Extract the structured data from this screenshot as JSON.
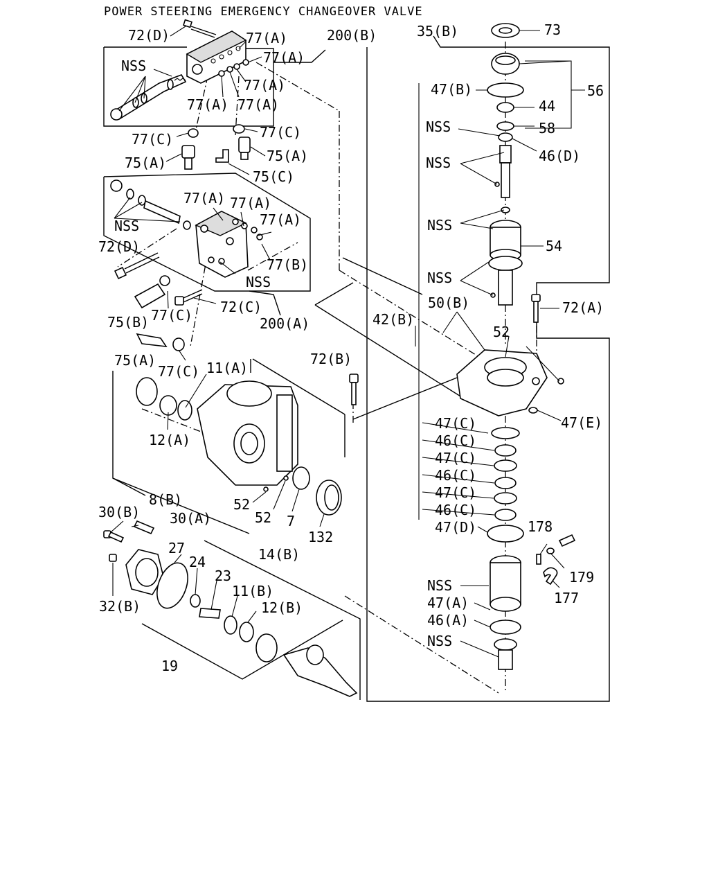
{
  "title": "POWER STEERING EMERGENCY CHANGEOVER VALVE",
  "callouts": {
    "l72d_top": "72(D)",
    "l77a_1": "77(A)",
    "l77a_2": "77(A)",
    "l200b": "200(B)",
    "l35b": "35(B)",
    "l73": "73",
    "nss_top": "NSS",
    "l77a_3": "77(A)",
    "l77a_4": "77(A)",
    "l77a_5": "77(A)",
    "l47b": "47(B)",
    "l56": "56",
    "l44": "44",
    "l58": "58",
    "nss_r1": "NSS",
    "l46d": "46(D)",
    "l77c_1": "77(C)",
    "l77c_2": "77(C)",
    "l75a_1": "75(A)",
    "l75a_2": "75(A)",
    "l75c": "75(C)",
    "nss_r2": "NSS",
    "l77a_6": "77(A)",
    "l77a_7": "77(A)",
    "l77a_8": "77(A)",
    "nss_mid": "NSS",
    "nss_r3": "NSS",
    "l72d_mid": "72(D)",
    "l54": "54",
    "l77b": "77(B)",
    "nss_mid2": "NSS",
    "nss_r4": "NSS",
    "l72c": "72(C)",
    "l50b": "50(B)",
    "l72a": "72(A)",
    "l75b": "75(B)",
    "l77c_3": "77(C)",
    "l200a": "200(A)",
    "l42b": "42(B)",
    "l52_top": "52",
    "l75a_3": "75(A)",
    "l72b": "72(B)",
    "l77c_4": "77(C)",
    "l11a": "11(A)",
    "l47c_1": "47(C)",
    "l47e": "47(E)",
    "l12a": "12(A)",
    "l46c_1": "46(C)",
    "l47c_2": "47(C)",
    "l46c_2": "46(C)",
    "l8b": "8(B)",
    "l47c_3": "47(C)",
    "l52_a": "52",
    "l46c_3": "46(C)",
    "l30b": "30(B)",
    "l30a": "30(A)",
    "l52_b": "52",
    "l7": "7",
    "l132": "132",
    "l47d": "47(D)",
    "l178": "178",
    "l27": "27",
    "l14b": "14(B)",
    "l24": "24",
    "l179": "179",
    "l23": "23",
    "nss_r5": "NSS",
    "l11b": "11(B)",
    "l177": "177",
    "l32b": "32(B)",
    "l12b": "12(B)",
    "l47a": "47(A)",
    "l46a": "46(A)",
    "nss_r6": "NSS",
    "l19": "19"
  }
}
